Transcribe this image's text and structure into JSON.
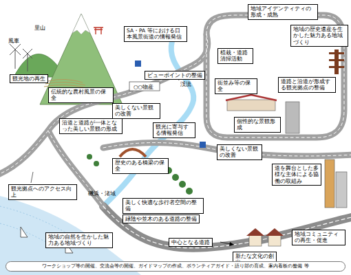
{
  "diagram": {
    "nodes": [
      {
        "text": [
          "観光地の再生"
        ]
      },
      {
        "text": [
          "伝統的な農村風景の保全"
        ]
      },
      {
        "text": [
          "SA・PA 等における日本風景街道の情報発信"
        ]
      },
      {
        "text": [
          "ビューポイントの整備"
        ]
      },
      {
        "text": [
          "美しくない景観の改善"
        ]
      },
      {
        "text": [
          "沿道と道路が一体となった美しい景観の形成"
        ]
      },
      {
        "text": [
          "観光に寄与する情報発信"
        ]
      },
      {
        "text": [
          "歴史のある橋梁の保全"
        ]
      },
      {
        "text": [
          "観光拠点へのアクセス向上"
        ]
      },
      {
        "text": [
          "美しく快適な歩行者空間の整備"
        ]
      },
      {
        "text": [
          "緑陰や並木のある道路の整備"
        ]
      },
      {
        "text": [
          "地域の自然を生かした魅力ある地域づくり"
        ]
      },
      {
        "text": [
          "中心となる道路"
        ]
      },
      {
        "text": [
          "地域アイデンティティの形成・成熟"
        ]
      },
      {
        "text": [
          "植栽・道路清掃活動"
        ]
      },
      {
        "text": [
          "地域の歴史遺産を生かした魅力ある地域づくり"
        ]
      },
      {
        "text": [
          "街並み等の保全"
        ]
      },
      {
        "text": [
          "道路と沿道が形成する観光拠点の整備"
        ]
      },
      {
        "text": [
          "個性的な景観形成"
        ]
      },
      {
        "text": [
          "美しくない景観の改善"
        ]
      },
      {
        "text": [
          "道を舞台とした多様な主体による協働の取組み"
        ]
      },
      {
        "text": [
          "地域コミュニティの再生・促進"
        ]
      },
      {
        "text": [
          "新たな文化の創出"
        ]
      },
      {
        "text": [
          "ワークショップ等の開催、交流会等の開催、ガイドマップの作成、ボランティアガイド・語り部の育成、案内看板の整備 等"
        ]
      }
    ],
    "labels": [
      "里山",
      "風車",
      "○○物産",
      "渓流",
      "磯浜・渚域"
    ]
  }
}
